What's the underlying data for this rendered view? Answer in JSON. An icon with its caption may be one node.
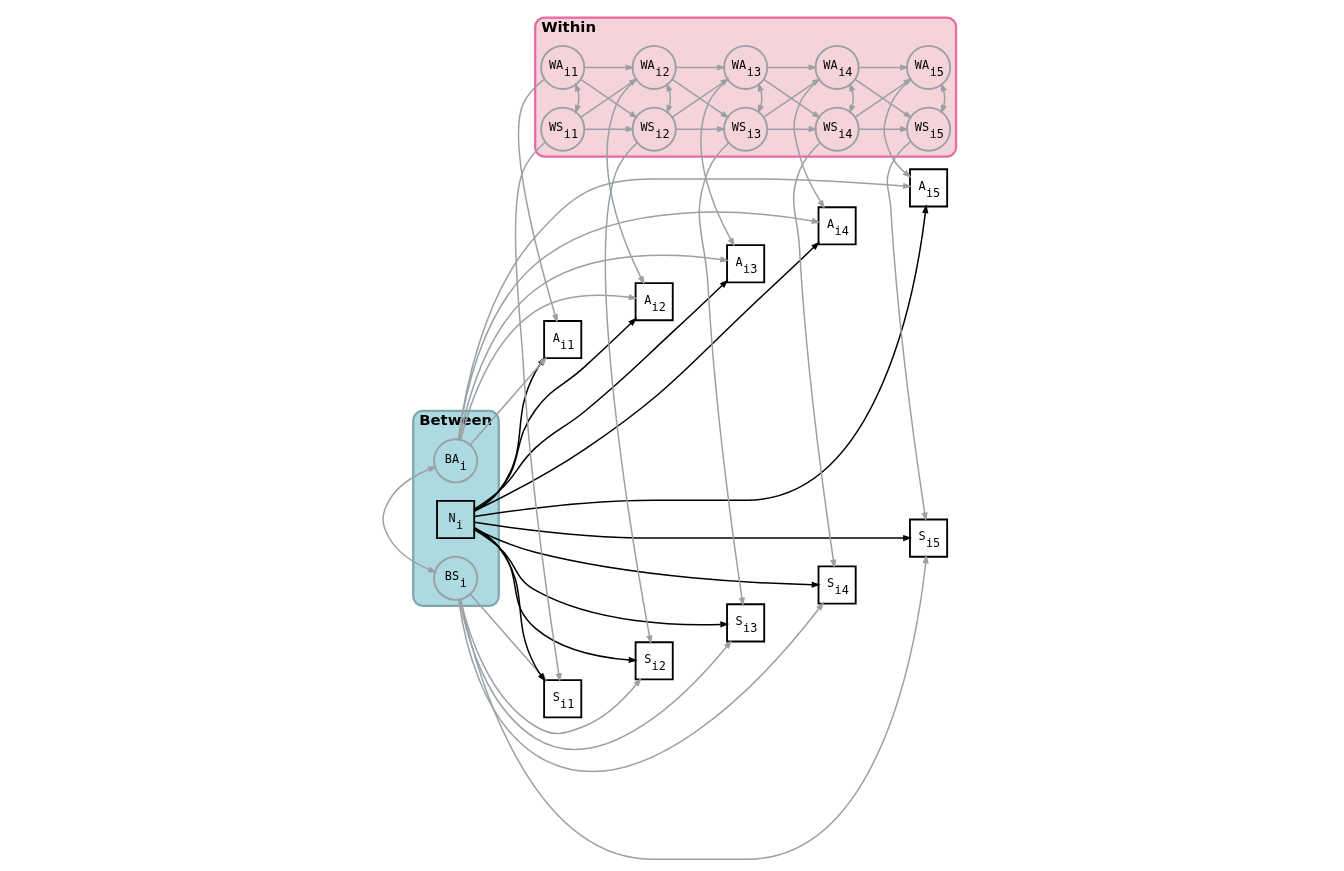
{
  "diagram": {
    "nodes": [
      {
        "text": [
          "Between"
        ]
      },
      {
        "text": [
          "BS$_{i}$"
        ],
        "in": 0
      },
      {
        "text": [
          "N$_{i}$"
        ],
        "in": 0
      },
      {
        "text": [
          "BA$_{i}$"
        ],
        "in": 0
      },
      {
        "text": [
          "Within"
        ]
      },
      {
        "text": [
          "WS$_{i1}$"
        ],
        "in": 4
      },
      {
        "text": [
          "WS$_{i2}$"
        ],
        "in": 4
      },
      {
        "text": [
          "WS$_{i3}$"
        ],
        "in": 4
      },
      {
        "text": [
          "WS$_{i4}$"
        ],
        "in": 4
      },
      {
        "text": [
          "WS$_{i5}$"
        ],
        "in": 4
      },
      {
        "text": [
          "WA$_{i1}$"
        ],
        "in": 4
      },
      {
        "text": [
          "WA$_{i2}$"
        ],
        "in": 4
      },
      {
        "text": [
          "WA$_{i3}$"
        ],
        "in": 4
      },
      {
        "text": [
          "WA$_{i4}$"
        ],
        "in": 4
      },
      {
        "text": [
          "WA$_{i5}$"
        ],
        "in": 4
      },
      {
        "text": [
          "S$_{i1}$"
        ]
      },
      {
        "text": [
          "S$_{i2}$"
        ]
      },
      {
        "text": [
          "S$_{i3}$"
        ]
      },
      {
        "text": [
          "S$_{i4}$"
        ]
      },
      {
        "text": [
          "S$_{i5}$"
        ]
      },
      {
        "text": [
          "A$_{i1}$"
        ]
      },
      {
        "text": [
          "A$_{i2}$"
        ]
      },
      {
        "text": [
          "A$_{i3}$"
        ]
      },
      {
        "text": [
          "A$_{i4}$"
        ]
      },
      {
        "text": [
          "A$_{i5}$"
        ]
      }
    ],
    "edges": [
      {
        "from": 1,
        "to": 3,
        "arrow": "both"
      },
      {
        "from": 1,
        "to": 15,
        "arrow": "to"
      },
      {
        "from": 1,
        "to": 16,
        "arrow": "to"
      },
      {
        "from": 1,
        "to": 17,
        "arrow": "to"
      },
      {
        "from": 1,
        "to": 18,
        "arrow": "to"
      },
      {
        "from": 1,
        "to": 19,
        "arrow": "to"
      },
      {
        "from": 2,
        "to": 15,
        "arrow": "to",
        "color": "#000000"
      },
      {
        "from": 2,
        "to": 16,
        "arrow": "to",
        "color": "#000000"
      },
      {
        "from": 2,
        "to": 17,
        "arrow": "to",
        "color": "#000000"
      },
      {
        "from": 2,
        "to": 18,
        "arrow": "to",
        "color": "#000000"
      },
      {
        "from": 2,
        "to": 19,
        "arrow": "to",
        "color": "#000000"
      },
      {
        "from": 5,
        "to": 15,
        "arrow": "to"
      },
      {
        "from": 6,
        "to": 16,
        "arrow": "to"
      },
      {
        "from": 7,
        "to": 17,
        "arrow": "to"
      },
      {
        "from": 8,
        "to": 18,
        "arrow": "to"
      },
      {
        "from": 9,
        "to": 19,
        "arrow": "to"
      },
      {
        "from": 5,
        "to": 10,
        "arrow": "both"
      },
      {
        "from": 6,
        "to": 11,
        "arrow": "both"
      },
      {
        "from": 7,
        "to": 12,
        "arrow": "both"
      },
      {
        "from": 8,
        "to": 13,
        "arrow": "both"
      },
      {
        "from": 9,
        "to": 14,
        "arrow": "both"
      },
      {
        "from": 5,
        "to": 6,
        "arrow": "to"
      },
      {
        "from": 6,
        "to": 7,
        "arrow": "to"
      },
      {
        "from": 7,
        "to": 8,
        "arrow": "to"
      },
      {
        "from": 8,
        "to": 9,
        "arrow": "to"
      },
      {
        "from": 5,
        "to": 11,
        "arrow": "to"
      },
      {
        "from": 6,
        "to": 12,
        "arrow": "to"
      },
      {
        "from": 7,
        "to": 13,
        "arrow": "to"
      },
      {
        "from": 8,
        "to": 14,
        "arrow": "to"
      },
      {
        "from": 10,
        "to": 6,
        "arrow": "to"
      },
      {
        "from": 11,
        "to": 7,
        "arrow": "to"
      },
      {
        "from": 12,
        "to": 8,
        "arrow": "to"
      },
      {
        "from": 13,
        "to": 9,
        "arrow": "to"
      },
      {
        "from": 10,
        "to": 11,
        "arrow": "to"
      },
      {
        "from": 11,
        "to": 12,
        "arrow": "to"
      },
      {
        "from": 12,
        "to": 13,
        "arrow": "to"
      },
      {
        "from": 13,
        "to": 14,
        "arrow": "to"
      },
      {
        "from": 3,
        "to": 20,
        "arrow": "to"
      },
      {
        "from": 3,
        "to": 21,
        "arrow": "to"
      },
      {
        "from": 3,
        "to": 22,
        "arrow": "to"
      },
      {
        "from": 3,
        "to": 23,
        "arrow": "to"
      },
      {
        "from": 3,
        "to": 24,
        "arrow": "to"
      },
      {
        "from": 2,
        "to": 20,
        "arrow": "to",
        "color": "#000000"
      },
      {
        "from": 2,
        "to": 21,
        "arrow": "to",
        "color": "#000000"
      },
      {
        "from": 2,
        "to": 22,
        "arrow": "to",
        "color": "#000000"
      },
      {
        "from": 2,
        "to": 23,
        "arrow": "to",
        "color": "#000000"
      },
      {
        "from": 2,
        "to": 24,
        "arrow": "to",
        "color": "#000000"
      },
      {
        "from": 10,
        "to": 20,
        "arrow": "to"
      },
      {
        "from": 11,
        "to": 21,
        "arrow": "to"
      },
      {
        "from": 12,
        "to": 22,
        "arrow": "to"
      },
      {
        "from": 13,
        "to": 23,
        "arrow": "to"
      },
      {
        "from": 14,
        "to": 24,
        "arrow": "to"
      }
    ]
  }
}
